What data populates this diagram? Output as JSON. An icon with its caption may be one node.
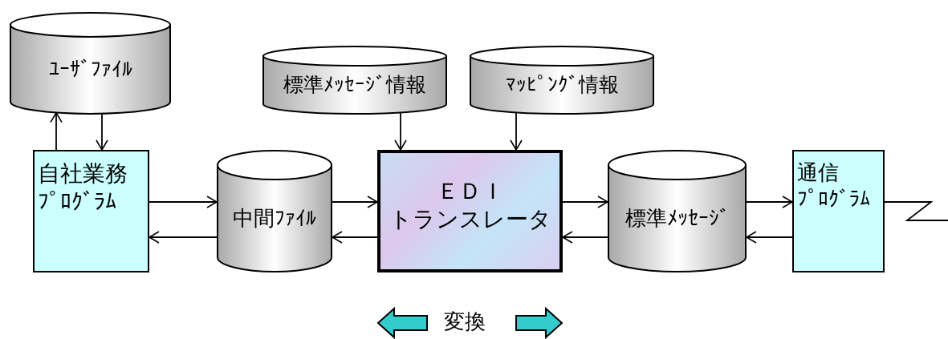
{
  "diagram": {
    "nodes": [
      {
        "text": [
          "ﾕｰｻﾞﾌｧｲﾙ"
        ]
      },
      {
        "text": [
          "標準ﾒｯｾｰｼﾞ情報"
        ]
      },
      {
        "text": [
          "ﾏｯﾋﾟﾝｸﾞ情報"
        ]
      },
      {
        "text": [
          "自社業務ﾌﾟﾛｸﾞﾗﾑ"
        ]
      },
      {
        "text": [
          "中間ﾌｧｲﾙ"
        ]
      },
      {
        "text": [
          "ＥＤＩトランスレータ"
        ]
      },
      {
        "text": [
          "標準ﾒｯｾｰｼﾞ"
        ]
      },
      {
        "text": [
          "通信ﾌﾟﾛｸﾞﾗﾑ"
        ]
      }
    ],
    "edges": [
      {
        "from": 3,
        "to": 0,
        "arrow": "to"
      },
      {
        "from": 0,
        "to": 3,
        "arrow": "to"
      },
      {
        "from": 3,
        "to": 4,
        "arrow": "to"
      },
      {
        "from": 4,
        "to": 3,
        "arrow": "to"
      },
      {
        "from": 1,
        "to": 5,
        "arrow": "to"
      },
      {
        "from": 2,
        "to": 5,
        "arrow": "to"
      },
      {
        "from": 4,
        "to": 5,
        "arrow": "to"
      },
      {
        "from": 5,
        "to": 4,
        "arrow": "to"
      },
      {
        "from": 5,
        "to": 6,
        "arrow": "to"
      },
      {
        "from": 6,
        "to": 5,
        "arrow": "to"
      },
      {
        "from": 6,
        "to": 7,
        "arrow": "to"
      },
      {
        "from": 7,
        "to": 6,
        "arrow": "to"
      },
      {
        "from": 7,
        "to": null,
        "arrow": "none"
      }
    ],
    "labels": [
      "変換"
    ]
  }
}
